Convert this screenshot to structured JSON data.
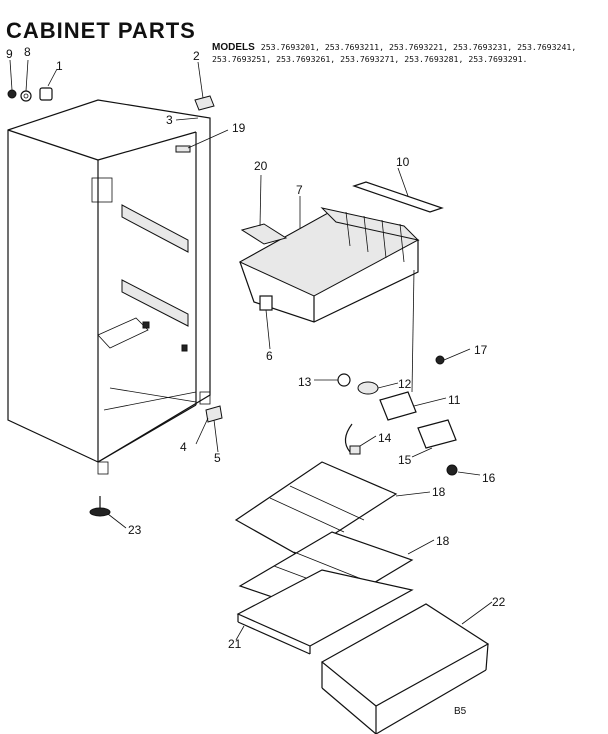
{
  "title": "CABINET PARTS",
  "models": {
    "label": "MODELS",
    "list": "253.7693201, 253.7693211, 253.7693221, 253.7693231, 253.7693241, 253.7693251, 253.7693261, 253.7693271, 253.7693281, 253.7693291."
  },
  "page_code": "B5",
  "callouts": {
    "c1": "1",
    "c2": "2",
    "c3": "3",
    "c4": "4",
    "c5": "5",
    "c6": "6",
    "c7": "7",
    "c8": "8",
    "c9": "9",
    "c10": "10",
    "c11": "11",
    "c12": "12",
    "c13": "13",
    "c14": "14",
    "c15": "15",
    "c16": "16",
    "c17": "17",
    "c18a": "18",
    "c18b": "18",
    "c19": "19",
    "c20": "20",
    "c21": "21",
    "c22": "22",
    "c23": "23"
  }
}
